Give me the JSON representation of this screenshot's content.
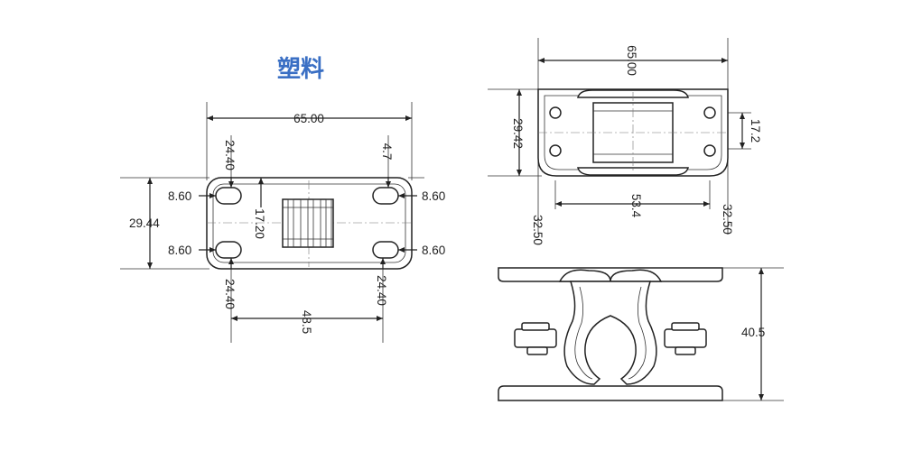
{
  "title": "塑料",
  "left_view": {
    "overall_width": "65.00",
    "height": "29.44",
    "hole_width_top_left": "24.40",
    "hole_width_bottom_left": "24.40",
    "hole_width_bottom_right": "24.40",
    "offset_top_right": "4.7",
    "hole_height_top_left": "8.60",
    "hole_height_top_right": "8.60",
    "hole_height_bottom_left": "8.60",
    "hole_height_bottom_right": "8.60",
    "center_gap": "17.20",
    "hole_spacing": "48.5"
  },
  "right_top_view": {
    "overall_width": "65.00",
    "height": "29.42",
    "hole_spacing_vertical": "17.2",
    "hole_spacing_horizontal": "53.4",
    "edge_left": "32.50",
    "edge_right": "32.50"
  },
  "right_side_view": {
    "height": "40.5"
  }
}
